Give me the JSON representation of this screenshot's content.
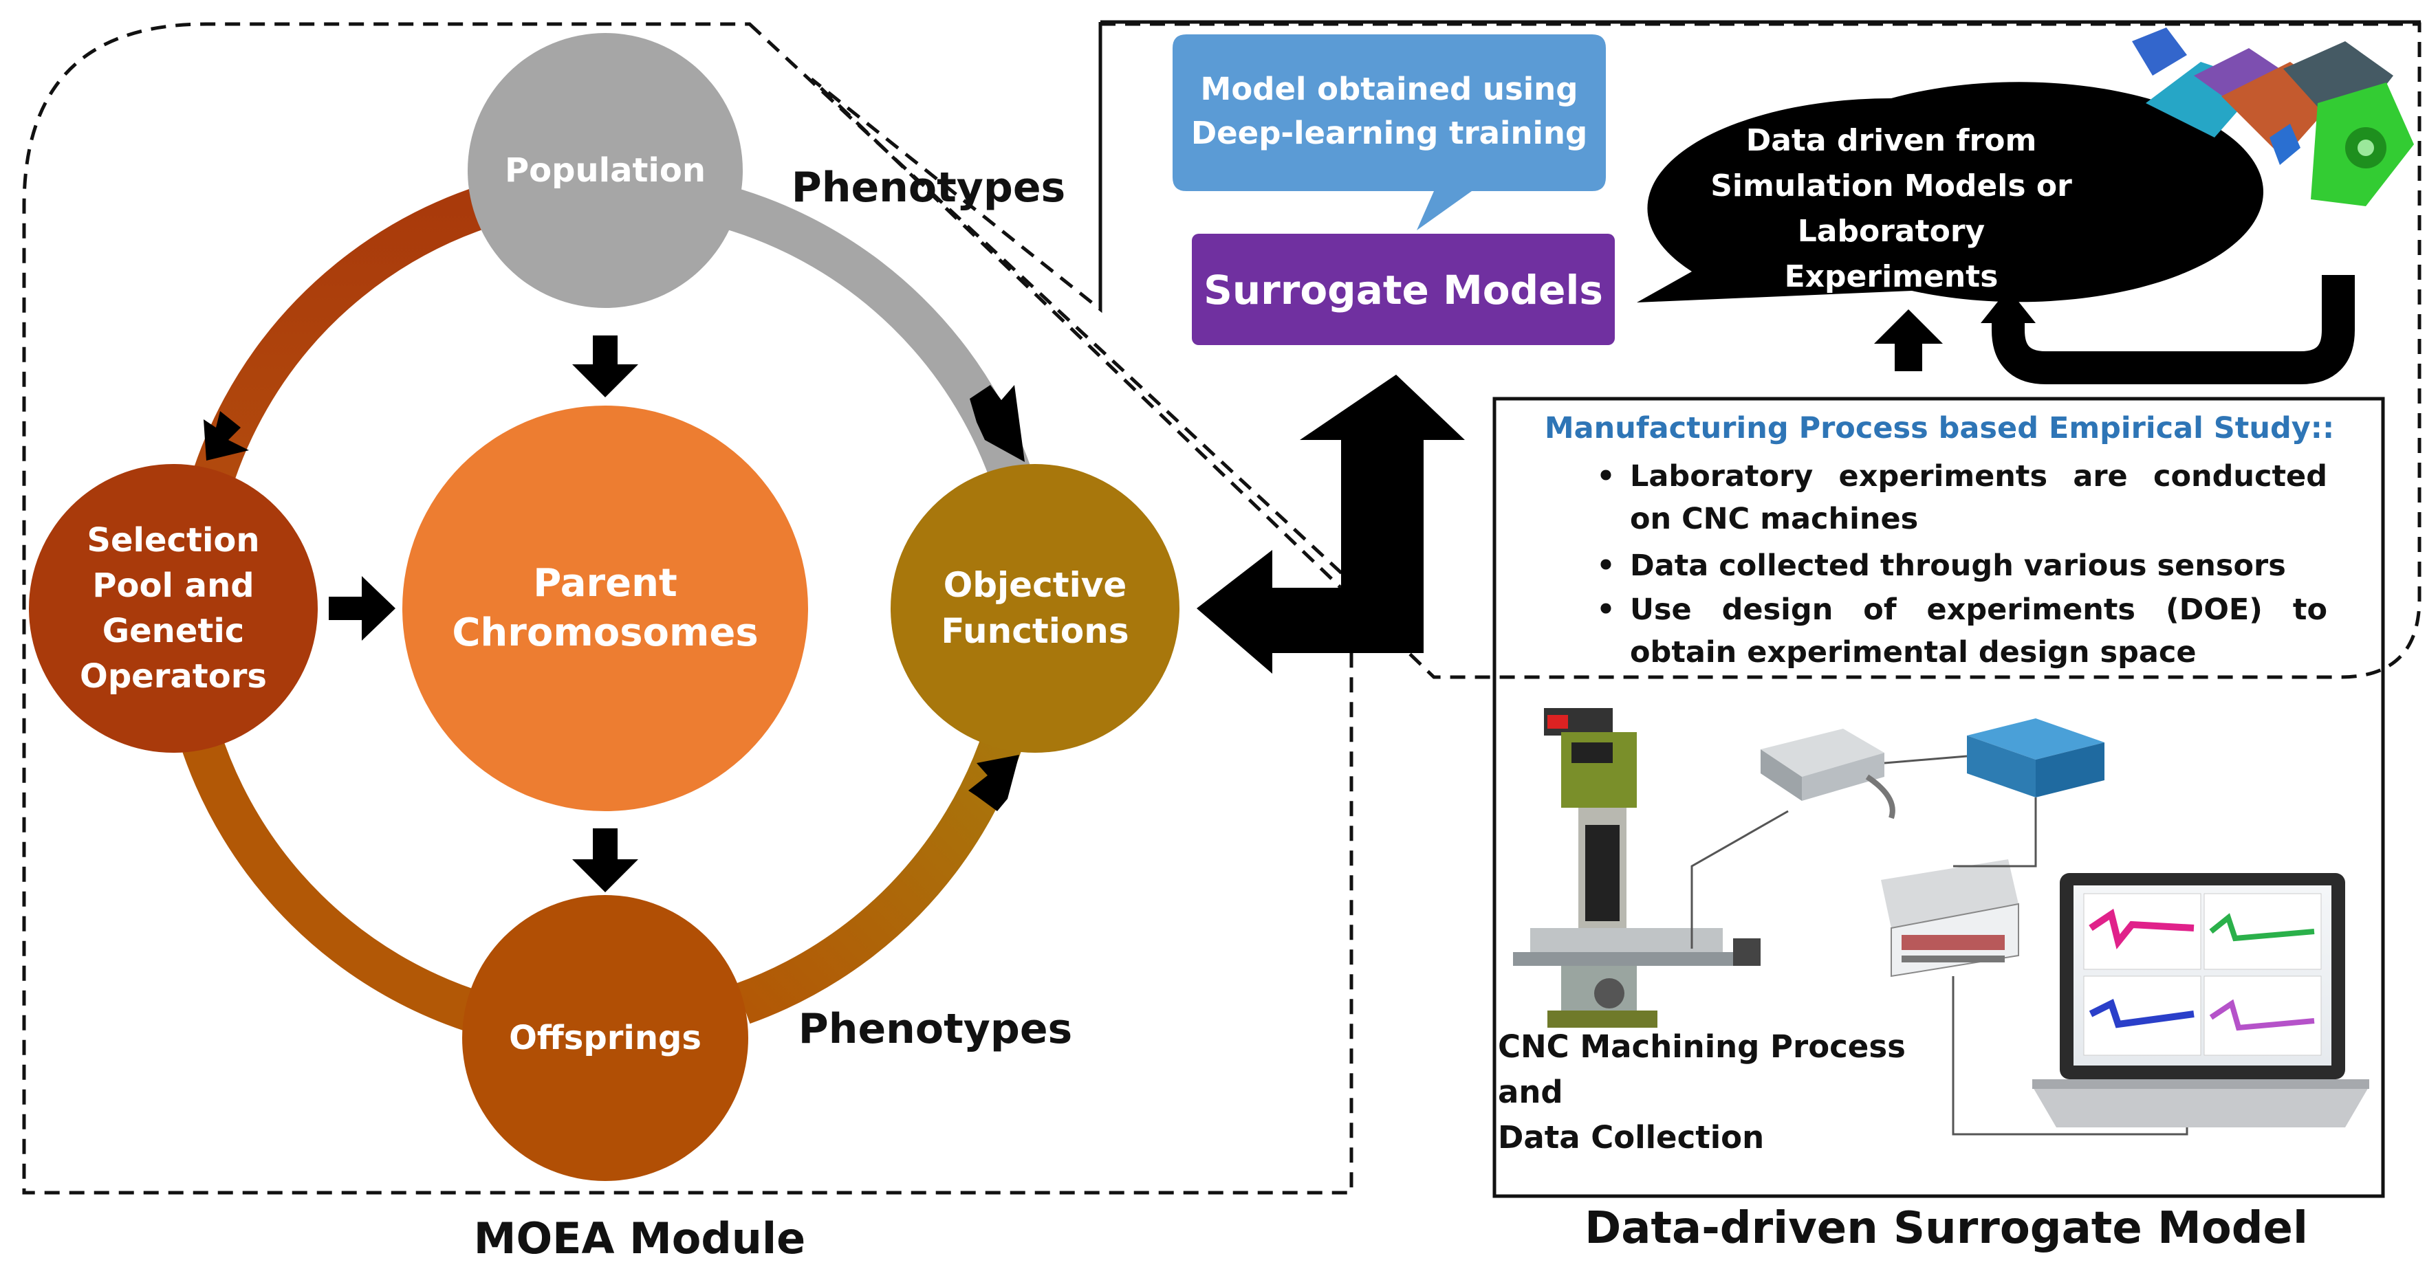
{
  "moea": {
    "title": "MOEA Module",
    "nodes": {
      "population": "Population",
      "parent": "Parent\nChromosomes",
      "selection": "Selection\nPool and\nGenetic\nOperators",
      "objective": "Objective\nFunctions",
      "offsprings": "Offsprings"
    },
    "phenotypes_top": "Phenotypes",
    "phenotypes_bottom": "Phenotypes",
    "colors": {
      "population": "#a6a6a6",
      "parent": "#ed7d31",
      "selection": "#a93a0b",
      "objective": "#a8770c",
      "offsprings": "#b14f05",
      "ring_gray": "#a6a6a6",
      "arrow": "#000000"
    }
  },
  "surrogate": {
    "title": "Data-driven Surrogate Model",
    "callout": "Model obtained using\nDeep-learning training",
    "button": "Surrogate Models",
    "speech": "Data driven from\nSimulation Models or\nLaboratory\nExperiments",
    "study_title": "Manufacturing Process based Empirical Study::",
    "bullets": [
      "Laboratory experiments are conducted on CNC machines",
      "Data collected through various sensors",
      "Use design of experiments (DOE) to obtain experimental design space"
    ],
    "cnc_caption": "CNC Machining Process and\nData Collection",
    "colors": {
      "callout": "#5b9bd5",
      "button": "#7030a0",
      "speech": "#000000",
      "study_title": "#2e75b6"
    }
  }
}
